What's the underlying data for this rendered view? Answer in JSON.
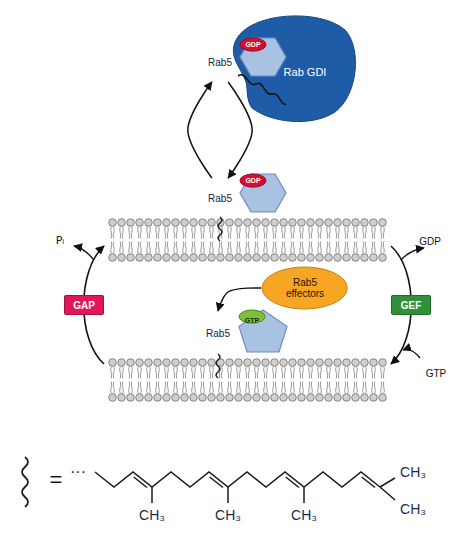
{
  "diagram": {
    "nodes": [
      {
        "text": [
          "Rab5"
        ]
      },
      {
        "text": [
          "GDP"
        ],
        "in": 0
      },
      {
        "text": [
          "Rab GDI"
        ]
      },
      {
        "text": [
          "Rab5"
        ]
      },
      {
        "text": [
          "GDP"
        ],
        "in": 3
      },
      {
        "text": [
          "GAP"
        ]
      },
      {
        "text": [
          "GEF"
        ]
      },
      {
        "text": [
          "Rab5 effectors"
        ]
      },
      {
        "text": [
          "Rab5"
        ]
      },
      {
        "text": [
          "GTP"
        ],
        "in": 8
      }
    ],
    "edges": [
      {
        "from": 0,
        "to": 3,
        "arrow": "to"
      },
      {
        "from": 3,
        "to": 0,
        "arrow": "to"
      },
      {
        "from": 7,
        "to": 8,
        "arrow": "to"
      }
    ],
    "labels": [
      "Pᵢ",
      "GDP",
      "GTP",
      "=",
      "···",
      "CH₃",
      "CH₃",
      "CH₃",
      "CH₃",
      "CH₃"
    ]
  }
}
